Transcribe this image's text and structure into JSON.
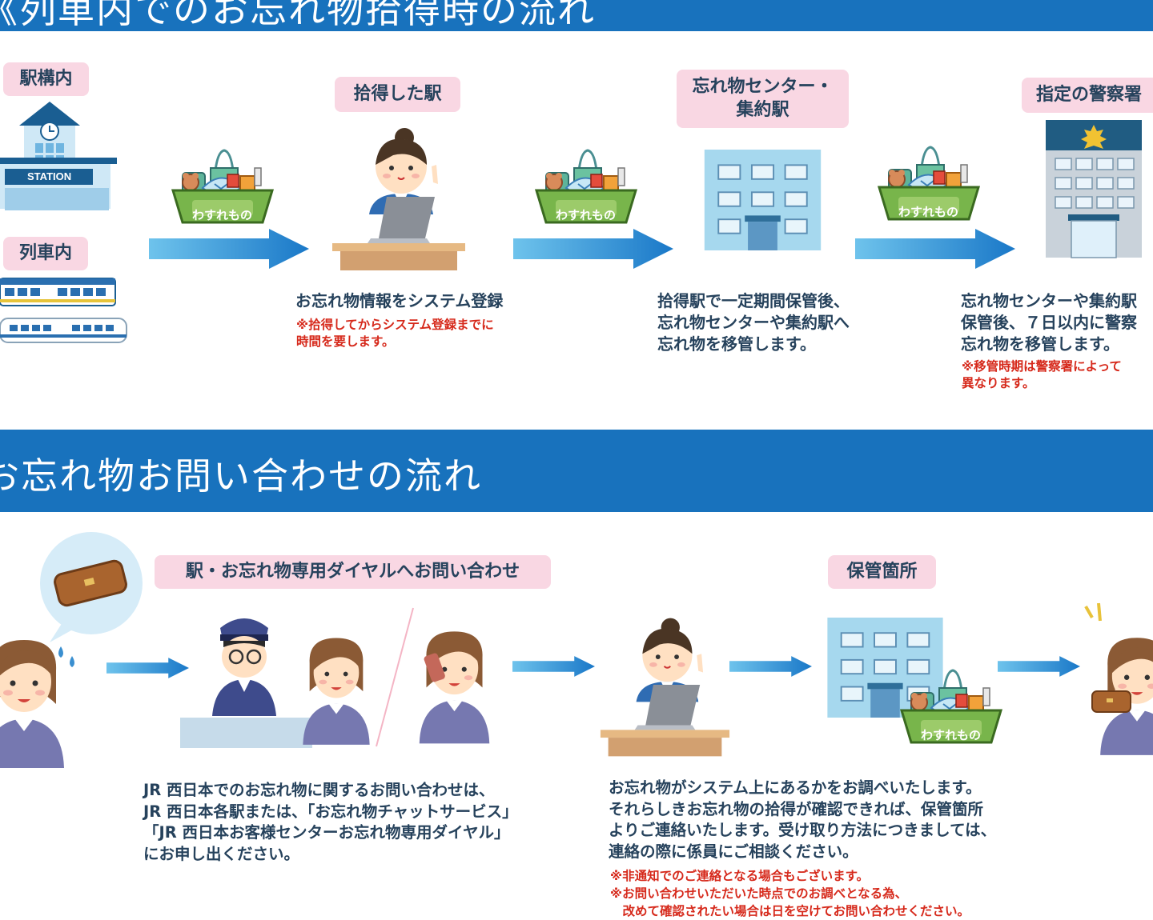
{
  "section1": {
    "title": "《列車内でのお忘れ物拾得時の流れ",
    "labels": {
      "station_premises": "駅構内",
      "on_train": "列車内",
      "found_station": "拾得した駅",
      "center": "忘れ物センター・\n集約駅",
      "police": "指定の警察署"
    },
    "station_sign": "STATION",
    "basket_label": "わすれもの",
    "steps": [
      {
        "text": "お忘れ物情報をシステム登録",
        "note": "※拾得してからシステム登録までに\n時間を要します。"
      },
      {
        "text": "拾得駅で一定期間保管後、\n忘れ物センターや集約駅へ\n忘れ物を移管します。"
      },
      {
        "text": "忘れ物センターや集約駅\n保管後、７日以内に警察\n忘れ物を移管します。",
        "note": "※移管時期は警察署によって\n異なります。"
      }
    ]
  },
  "section2": {
    "title": "お忘れ物お問い合わせの流れ",
    "labels": {
      "inquiry": "駅・お忘れ物専用ダイヤルへお問い合わせ",
      "storage": "保管箇所"
    },
    "basket_label": "わすれもの",
    "inquiry_text": "JR 西日本でのお忘れ物に関するお問い合わせは、\nJR 西日本各駅または、「お忘れ物チャットサービス」\n「JR 西日本お客様センターお忘れ物専用ダイヤル」\nにお申し出ください。",
    "search_text": "お忘れ物がシステム上にあるかをお調べいたします。\nそれらしきお忘れ物の拾得が確認できれば、保管箇所\nよりご連絡いたします。受け取り方法につきましては、\n連絡の際に係員にご相談ください。",
    "search_notes": "※非通知でのご連絡となる場合もございます。\n※お問い合わせいただいた時点でのお調べとなる為、\n　改めて確認されたい場合は日を空けてお問い合わせください。"
  },
  "colors": {
    "band": "#1872bd",
    "pill": "#f9d7e3",
    "note": "#d6291b",
    "arrow": "#2f8fd3"
  }
}
